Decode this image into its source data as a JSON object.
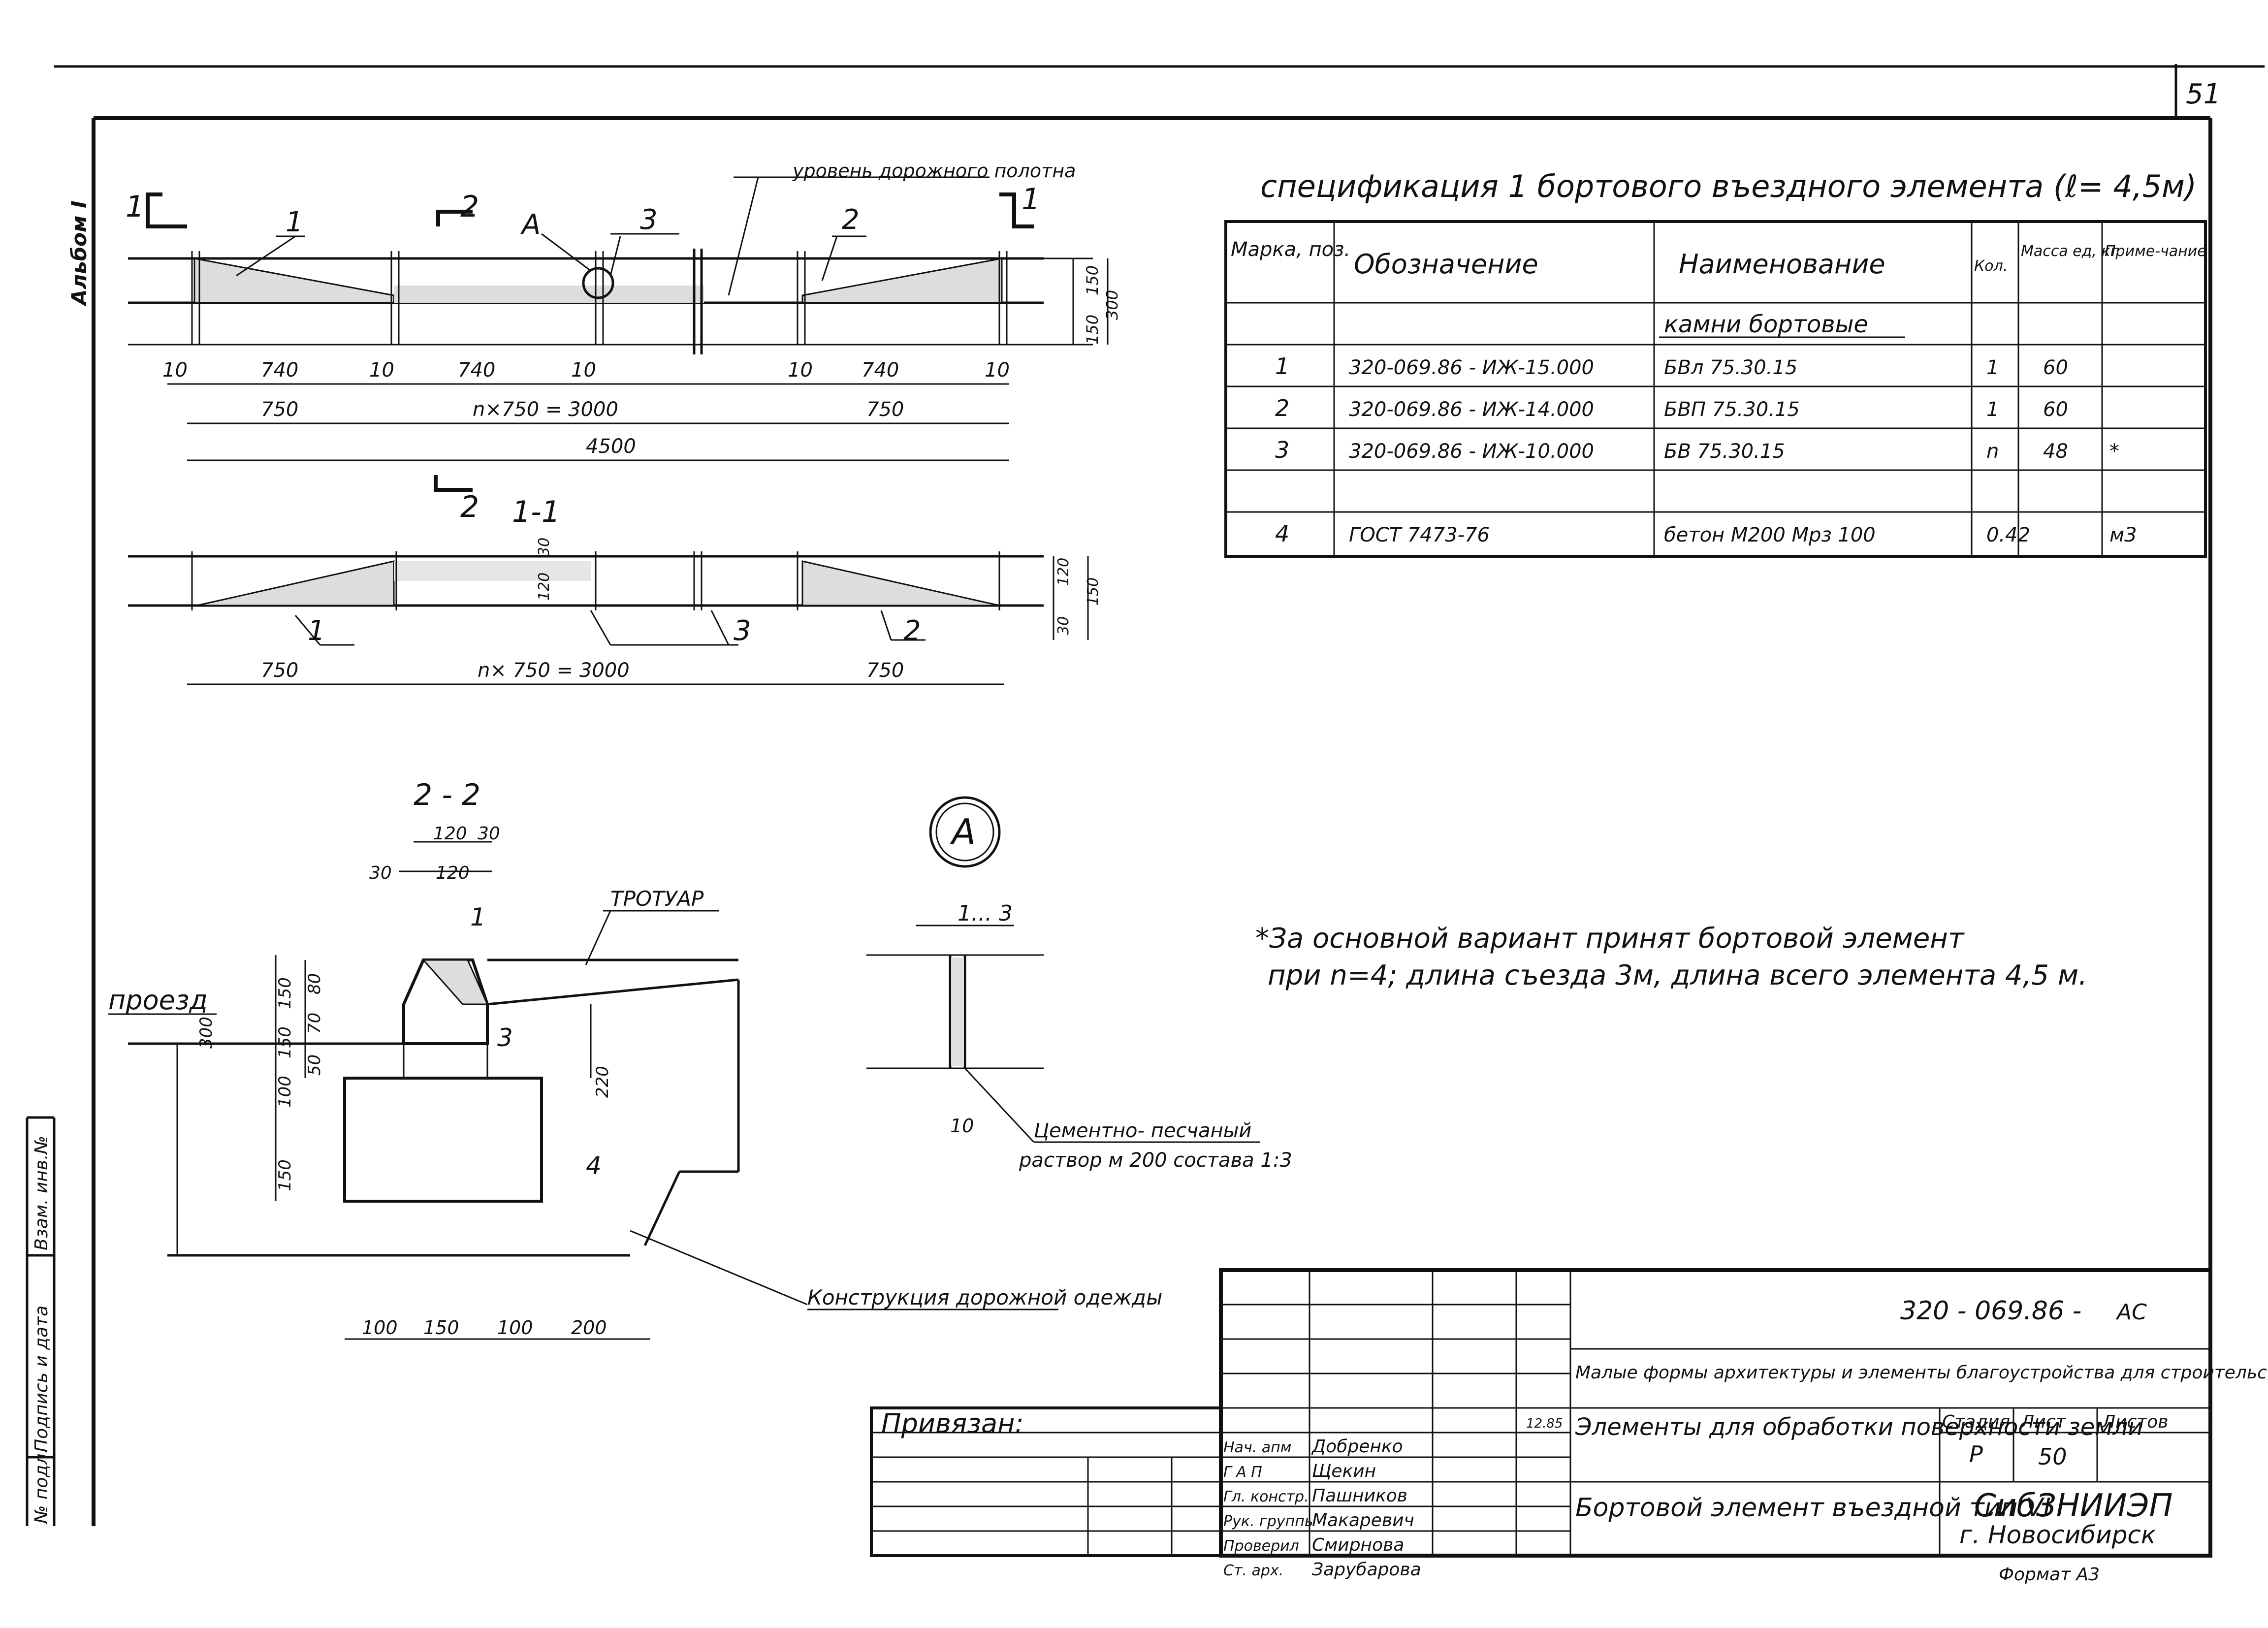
{
  "page_number": "51",
  "side_stamp": "Альбом I",
  "left_margin": {
    "inv_original": "Взам. инв.№",
    "sign_date": "Подпись и дата",
    "inv_no": "№ подл."
  },
  "plan": {
    "road_level_label": "уровень дорожного полотна",
    "section_marks": [
      "1",
      "2",
      "2",
      "1"
    ],
    "detail_mark": "A",
    "positions": [
      "1",
      "3",
      "2"
    ],
    "dims_top": [
      "10",
      "740",
      "10",
      "740",
      "10",
      "10",
      "740",
      "10"
    ],
    "dims_mid": [
      "750",
      "n×750 = 3000",
      "750"
    ],
    "dims_total": "4500",
    "dims_right": [
      "150",
      "300",
      "150"
    ]
  },
  "section_1_1": {
    "title": "1-1",
    "dims_vert": [
      "30",
      "120",
      "120",
      "150",
      "30"
    ],
    "dims_bottom": [
      "750",
      "n× 750 = 3000",
      "750"
    ],
    "positions": [
      "1",
      "3",
      "2"
    ]
  },
  "section_2_2": {
    "title": "2 - 2",
    "dims_top": [
      "120",
      "30",
      "30",
      "120"
    ],
    "labels": {
      "sidewalk": "ТРОТУАР",
      "driveway": "проезд"
    },
    "positions": [
      "1",
      "3",
      "4"
    ],
    "dims_left": [
      "300",
      "150",
      "80",
      "70",
      "150",
      "100",
      "50",
      "150"
    ],
    "dim_right": "220",
    "dims_bottom": [
      "100",
      "150",
      "100",
      "200"
    ],
    "road_label": "Конструкция дорожной одежды"
  },
  "detail_a": {
    "mark": "A",
    "range_label": "1... 3",
    "gap": "10",
    "mortar_label_1": "Цементно- песчаный",
    "mortar_label_2": "раствор м 200 состава 1:3"
  },
  "spec": {
    "title": "спецификация 1 бортового въездного элемента (ℓ= 4,5м)",
    "headers": [
      "Марка, поз.",
      "Обозначение",
      "Наименование",
      "Кол.",
      "Масса ед, кг",
      "Приме-чание"
    ],
    "group": "камни бортовые",
    "rows": [
      {
        "pos": "1",
        "code": "320-069.86 - ИЖ-15.000",
        "name": "БВл 75.30.15",
        "qty": "1",
        "mass": "60",
        "note": ""
      },
      {
        "pos": "2",
        "code": "320-069.86 - ИЖ-14.000",
        "name": "БВП 75.30.15",
        "qty": "1",
        "mass": "60",
        "note": ""
      },
      {
        "pos": "3",
        "code": "320-069.86 - ИЖ-10.000",
        "name": "БВ 75.30.15",
        "qty": "n",
        "mass": "48",
        "note": "*"
      },
      {
        "pos": "4",
        "code": "ГОСТ 7473-76",
        "name": "бетон М200 Мрз 100",
        "qty": "0.42",
        "mass": "",
        "note": "м3"
      }
    ]
  },
  "note": {
    "line1": "*За основной вариант принят бортовой элемент",
    "line2": "при n=4; длина съезда 3м, длина всего элемента 4,5 м."
  },
  "title_block": {
    "doc_code": "320 - 069.86 -",
    "doc_suffix": "АС",
    "project": "Малые формы архитектуры и элементы благоустройства для строительства в районах Сибири",
    "section": "Элементы для обработки поверхности земли",
    "sheet_name": "Бортовой элемент въездной тип VI",
    "stage_label": "Стадия",
    "sheet_label": "Лист",
    "sheets_label": "Листов",
    "stage": "Р",
    "sheet": "50",
    "org": "СибЗНИИЭП",
    "city": "г. Новосибирск",
    "bound": "Привязан:",
    "date": "12.85",
    "roles": [
      {
        "role": "Нач. апм",
        "name": "Добренко"
      },
      {
        "role": "Г А П",
        "name": "Щекин"
      },
      {
        "role": "Гл. констр.",
        "name": "Пашников"
      },
      {
        "role": "Рук. группы",
        "name": "Макаревич"
      },
      {
        "role": "Проверил",
        "name": "Смирнова"
      },
      {
        "role": "Ст. арх.",
        "name": "Зарубарова"
      }
    ],
    "format": "Формат А3"
  }
}
